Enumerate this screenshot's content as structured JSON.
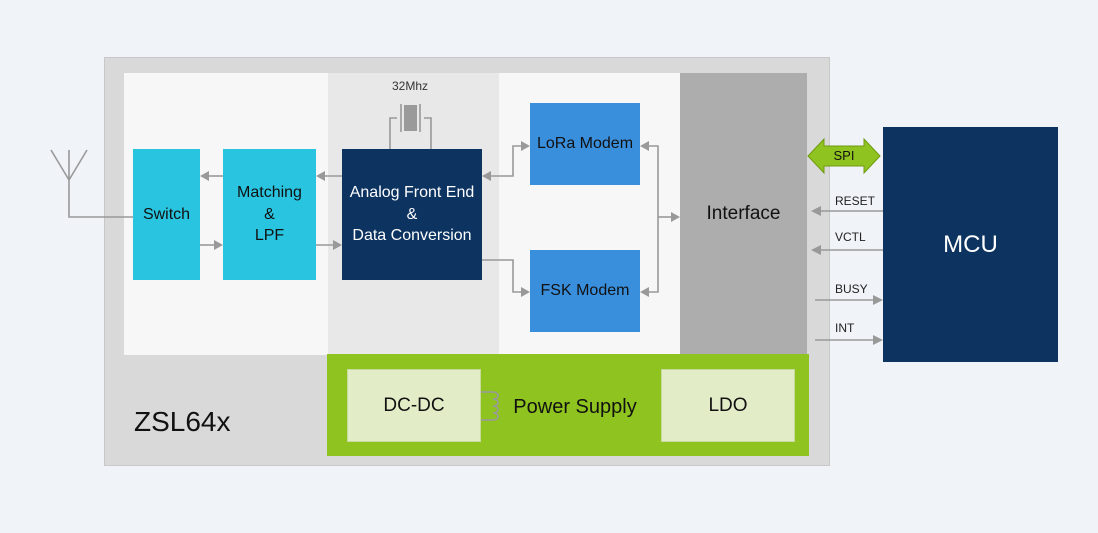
{
  "chip": {
    "name": "ZSL64x"
  },
  "blocks": {
    "switch": "Switch",
    "matching": [
      "Matching",
      "&",
      "LPF"
    ],
    "afe": [
      "Analog Front End",
      "&",
      "Data Conversion"
    ],
    "lora": "LoRa Modem",
    "fsk": "FSK Modem",
    "interface": "Interface",
    "mcu": "MCU"
  },
  "crystal": {
    "label": "32Mhz"
  },
  "power": {
    "label": "Power Supply",
    "dcdc": "DC-DC",
    "ldo": "LDO"
  },
  "signals": {
    "spi": "SPI",
    "reset": "RESET",
    "vctl": "VCTL",
    "busy": "BUSY",
    "int": "INT"
  },
  "colors": {
    "cyan": "#29c5e0",
    "navy": "#0d3460",
    "modem_blue": "#3a8fdc",
    "power_green": "#8fc31f",
    "spi_green": "#8fc31f",
    "interface_gray": "#adadad"
  }
}
